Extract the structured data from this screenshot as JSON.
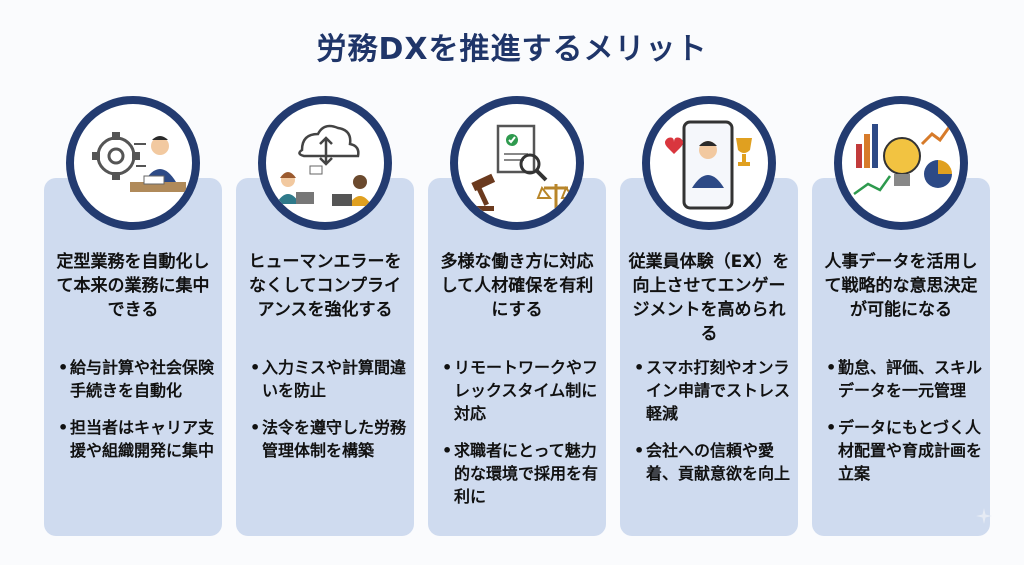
{
  "title": "労務DXを推進するメリット",
  "colors": {
    "navy": "#1f3569",
    "card_bg": "#cfdbef",
    "circle_border": "#233b70"
  },
  "cards": [
    {
      "icon": "gear-businessman-icon",
      "heading": "定型業務を自動化して本来の業務に集中できる",
      "bullets": [
        "給与計算や社会保険手続きを自動化",
        "担当者はキャリア支援や組織開発に集中"
      ]
    },
    {
      "icon": "cloud-team-icon",
      "heading": "ヒューマンエラーをなくしてコンプライアンスを強化する",
      "bullets": [
        "入力ミスや計算間違いを防止",
        "法令を遵守した労務管理体制を構築"
      ]
    },
    {
      "icon": "document-gavel-scale-icon",
      "heading": "多様な働き方に対応して人材確保を有利にする",
      "bullets": [
        "リモートワークやフレックスタイム制に対応",
        "求職者にとって魅力的な環境で採用を有利に"
      ]
    },
    {
      "icon": "smartphone-employee-trophy-icon",
      "heading": "従業員体験（EX）を向上させてエンゲージメントを高められる",
      "bullets": [
        "スマホ打刻やオンライン申請でストレス軽減",
        "会社への信頼や愛着、貢献意欲を向上"
      ]
    },
    {
      "icon": "lightbulb-charts-icon",
      "heading": "人事データを活用して戦略的な意思決定が可能になる",
      "bullets": [
        "勤怠、評価、スキルデータを一元管理",
        "データにもとづく人材配置や育成計画を立案"
      ]
    }
  ]
}
